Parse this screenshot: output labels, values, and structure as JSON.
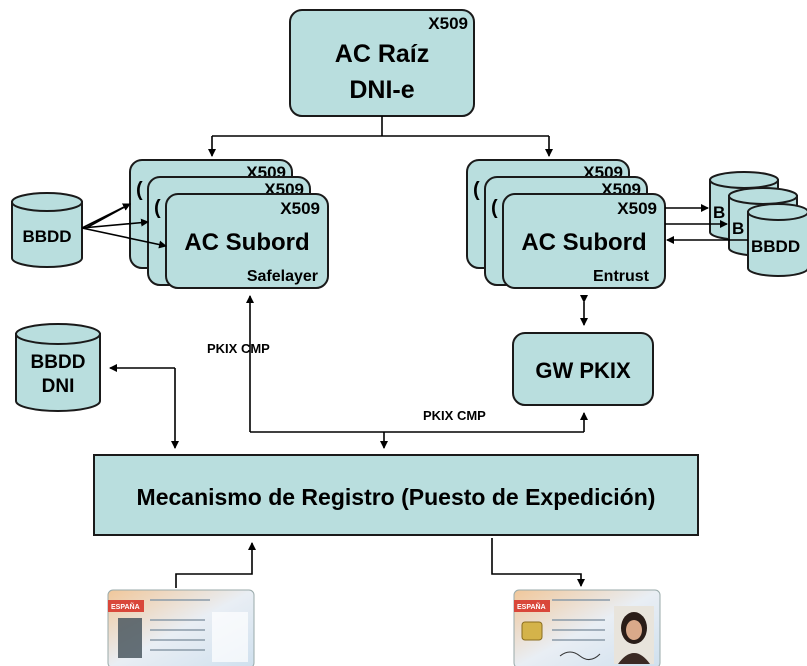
{
  "root": {
    "x509": "X509",
    "line1": "AC  Raíz",
    "line2": "DNI-e"
  },
  "sub_left": {
    "back1": "X509",
    "back2": "X509",
    "x509": "X509",
    "title": "AC Subord",
    "vendor": "Safelayer",
    "peek1": "(",
    "peek2": "("
  },
  "sub_right": {
    "back1": "X509",
    "back2": "X509",
    "x509": "X509",
    "title": "AC Subord",
    "vendor": "Entrust",
    "peek1": "(",
    "peek2": "("
  },
  "db_left": {
    "label": "BBDD"
  },
  "db_right": {
    "back1": "B",
    "back2": "B",
    "label": "BBDD"
  },
  "db_dni": {
    "line1": "BBDD",
    "line2": "DNI"
  },
  "gw": {
    "label": "GW PKIX"
  },
  "pkix_left": "PKIX CMP",
  "pkix_right": "PKIX CMP",
  "registro": {
    "label": "Mecanismo de Registro (Puesto de Expedición)"
  },
  "card_blank": {
    "country": "ESPAÑA"
  },
  "card_photo": {
    "country": "ESPAÑA"
  },
  "colors": {
    "box_fill": "#b9dede",
    "stroke": "#1a1a1a"
  }
}
